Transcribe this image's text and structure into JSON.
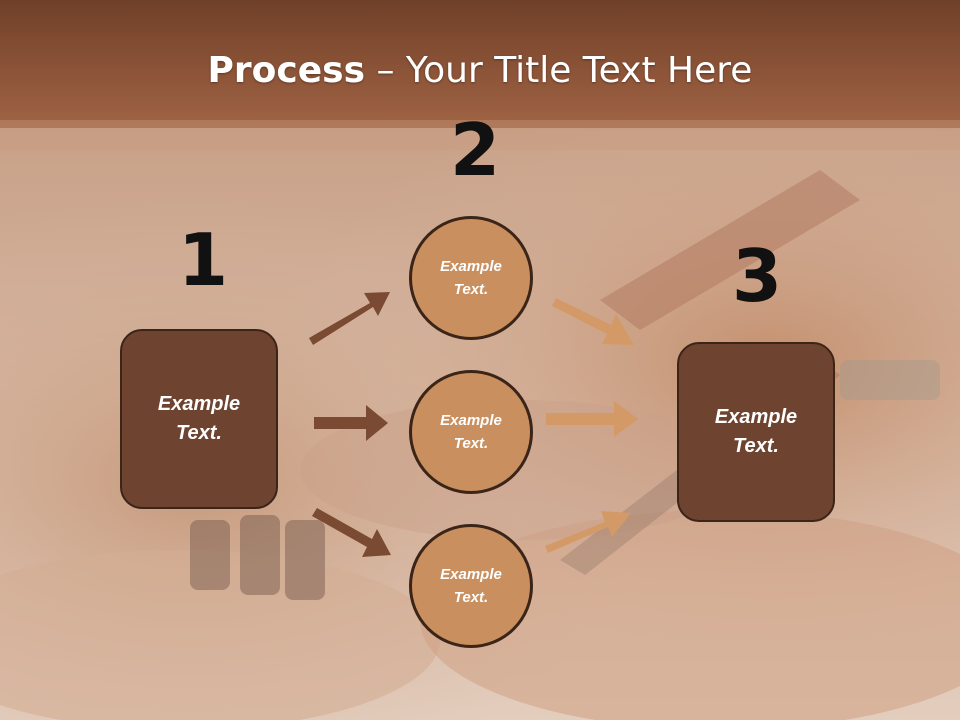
{
  "title": {
    "bold": "Process",
    "rest": " – Your Title Text Here"
  },
  "colors": {
    "header_band": "#8a5238",
    "box_fill": "#6e4330",
    "circle_fill": "#c98f5e",
    "dark_arrow": "#7a4a33",
    "light_arrow": "#d39a68",
    "number_color": "#111111"
  },
  "steps": [
    {
      "number": "1",
      "text_line1": "Example",
      "text_line2": "Text."
    },
    {
      "number": "2"
    },
    {
      "number": "3",
      "text_line1": "Example",
      "text_line2": "Text."
    }
  ],
  "circles": [
    {
      "line1": "Example",
      "line2": "Text."
    },
    {
      "line1": "Example",
      "line2": "Text."
    },
    {
      "line1": "Example",
      "line2": "Text."
    }
  ]
}
